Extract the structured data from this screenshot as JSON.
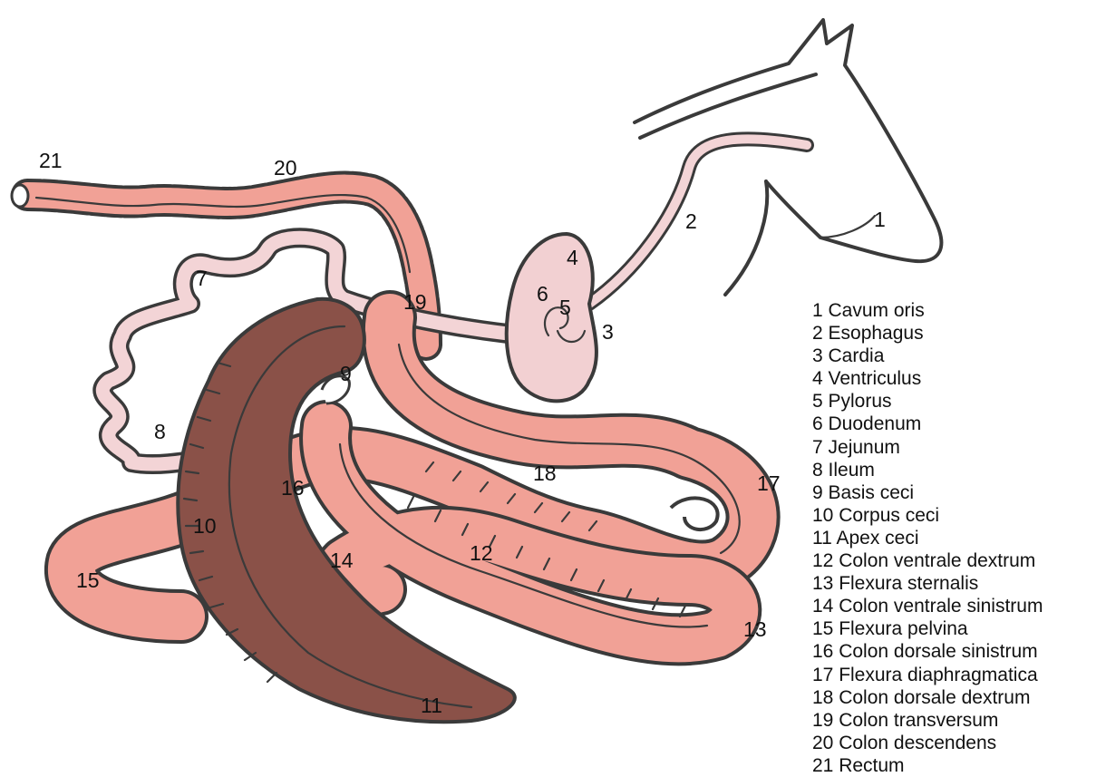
{
  "colors": {
    "intestine": "#f1a196",
    "stomach": "#f2d0d2",
    "small_intestine": "#f3d4d6",
    "cecum": "#8a5148",
    "outline": "#3a3a3a",
    "background": "#ffffff"
  },
  "numbers": {
    "n1": "1",
    "n2": "2",
    "n3": "3",
    "n4": "4",
    "n5": "5",
    "n6": "6",
    "n7": "7",
    "n8": "8",
    "n9": "9",
    "n10": "10",
    "n11": "11",
    "n12": "12",
    "n13": "13",
    "n14": "14",
    "n15": "15",
    "n16": "16",
    "n17": "17",
    "n18": "18",
    "n19": "19",
    "n20": "20",
    "n21": "21"
  },
  "legend": [
    "1 Cavum oris",
    "2 Esophagus",
    "3 Cardia",
    "4 Ventriculus",
    "5 Pylorus",
    "6 Duodenum",
    "7 Jejunum",
    "8 Ileum",
    "9 Basis ceci",
    "10 Corpus ceci",
    "11  Apex ceci",
    "12 Colon ventrale dextrum",
    "13 Flexura sternalis",
    "14 Colon ventrale sinistrum",
    "15 Flexura pelvina",
    "16 Colon dorsale sinistrum",
    "17 Flexura diaphragmatica",
    "18 Colon dorsale dextrum",
    "19 Colon transversum",
    "20 Colon descendens",
    "21 Rectum"
  ]
}
